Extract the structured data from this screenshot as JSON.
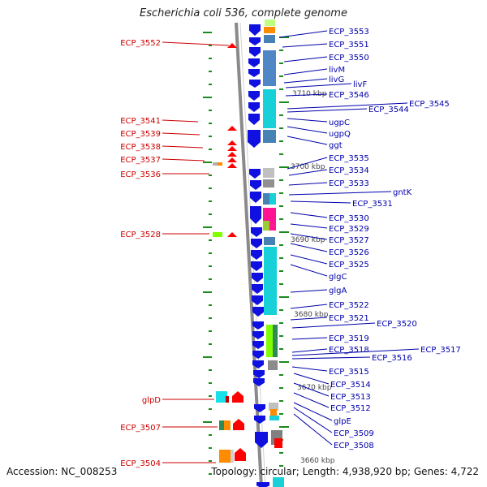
{
  "title": "Escherichia coli 536, complete genome",
  "footer": {
    "accession": "Accession: NC_008253",
    "summary": "Topology: circular; Length: 4,938,920 bp; Genes: 4,722"
  },
  "colors": {
    "left_label": "#cc0000",
    "right_label": "#0000aa",
    "backbone": "#8a8a8a",
    "minus_arrow": "#1010e0",
    "plus_arrow": "#ff0000",
    "tick": "#1a8a1a"
  },
  "scale_labels": [
    "3710 kbp",
    "3700 kbp",
    "3690 kbp",
    "3680 kbp",
    "3670 kbp",
    "3660 kbp"
  ],
  "left_labels": [
    "ECP_3552",
    "ECP_3541",
    "ECP_3539",
    "ECP_3538",
    "ECP_3537",
    "ECP_3536",
    "ECP_3528",
    "glpD",
    "ECP_3507",
    "ECP_3504"
  ],
  "right_labels": [
    "ECP_3553",
    "ECP_3551",
    "ECP_3550",
    "livM",
    "livG",
    "livF",
    "ECP_3546",
    "ECP_3545",
    "ECP_3544",
    "ugpC",
    "ugpQ",
    "ggt",
    "ECP_3535",
    "ECP_3534",
    "ECP_3533",
    "gntK",
    "ECP_3531",
    "ECP_3530",
    "ECP_3529",
    "ECP_3527",
    "ECP_3526",
    "ECP_3525",
    "glgC",
    "glgA",
    "ECP_3522",
    "ECP_3521",
    "ECP_3520",
    "ECP_3519",
    "ECP_3518",
    "ECP_3517",
    "ECP_3516",
    "ECP_3515",
    "ECP_3514",
    "ECP_3513",
    "ECP_3512",
    "glpE",
    "ECP_3509",
    "ECP_3508"
  ]
}
